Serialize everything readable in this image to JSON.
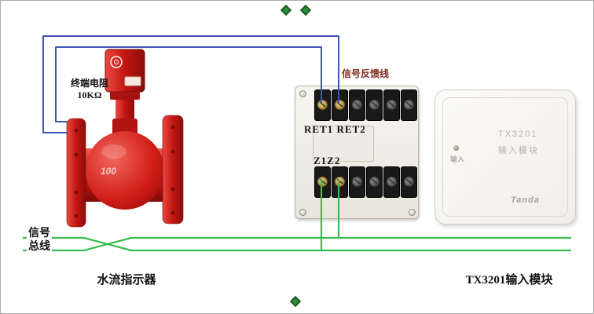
{
  "labels": {
    "terminal_resistor_line1": "终端电阻",
    "terminal_resistor_line2": "10KΩ",
    "signal_feedback": "信号反馈线",
    "ret_terminals": "RET1 RET2",
    "z_terminals": "Z1Z2",
    "signal_bus_line1": "信号",
    "signal_bus_line2": "总线",
    "flow_indicator_caption": "水流指示器",
    "module_caption": "TX3201输入模块"
  },
  "flow_indicator": {
    "size_marking": "100"
  },
  "input_module": {
    "model": "TX3201",
    "name": "输入模块",
    "led_label": "输入",
    "brand": "Tanda"
  },
  "colors": {
    "wire_blue": "#4053b8",
    "wire_green": "#3bbb50",
    "device_red": "#c81712",
    "label_maroon": "#7d2c1c"
  }
}
